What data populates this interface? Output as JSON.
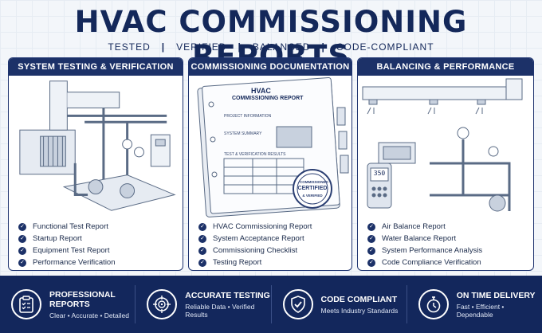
{
  "header": {
    "title": "HVAC COMMISSIONING REPORTS",
    "tags": [
      "TESTED",
      "VERIFIED",
      "BALANCED",
      "CODE-COMPLIANT"
    ]
  },
  "panels": [
    {
      "title": "SYSTEM TESTING & VERIFICATION",
      "items": [
        "Functional Test Report",
        "Startup Report",
        "Equipment Test Report",
        "Performance Verification"
      ]
    },
    {
      "title": "COMMISSIONING DOCUMENTATION",
      "items": [
        "HVAC Commissioning Report",
        "System Acceptance Report",
        "Commissioning Checklist",
        "Testing Report"
      ],
      "binder": {
        "heading_1": "HVAC",
        "heading_2": "COMMISSIONING REPORT",
        "section_1": "PROJECT INFORMATION",
        "section_2": "SYSTEM SUMMARY",
        "section_3": "TEST & VERIFICATION RESULTS",
        "stamp_top": "COMMISSIONED",
        "stamp_main": "CERTIFIED",
        "stamp_bottom": "& VERIFIED"
      }
    },
    {
      "title": "BALANCING & PERFORMANCE",
      "items": [
        "Air Balance Report",
        "Water Balance Report",
        "System Performance Analysis",
        "Code Compliance Verification"
      ],
      "meter_reading": "350"
    }
  ],
  "features": [
    {
      "title": "PROFESSIONAL REPORTS",
      "subtitle": "Clear • Accurate • Detailed",
      "icon": "clipboard-icon"
    },
    {
      "title": "ACCURATE TESTING",
      "subtitle": "Reliable Data • Verified Results",
      "icon": "target-icon"
    },
    {
      "title": "CODE COMPLIANT",
      "subtitle": "Meets Industry Standards",
      "icon": "shield-check-icon"
    },
    {
      "title": "ON TIME DELIVERY",
      "subtitle": "Fast • Efficient • Dependable",
      "icon": "stopwatch-icon"
    }
  ],
  "colors": {
    "navy": "#1c3168",
    "footer": "#13275c",
    "background": "#f3f6fa"
  }
}
